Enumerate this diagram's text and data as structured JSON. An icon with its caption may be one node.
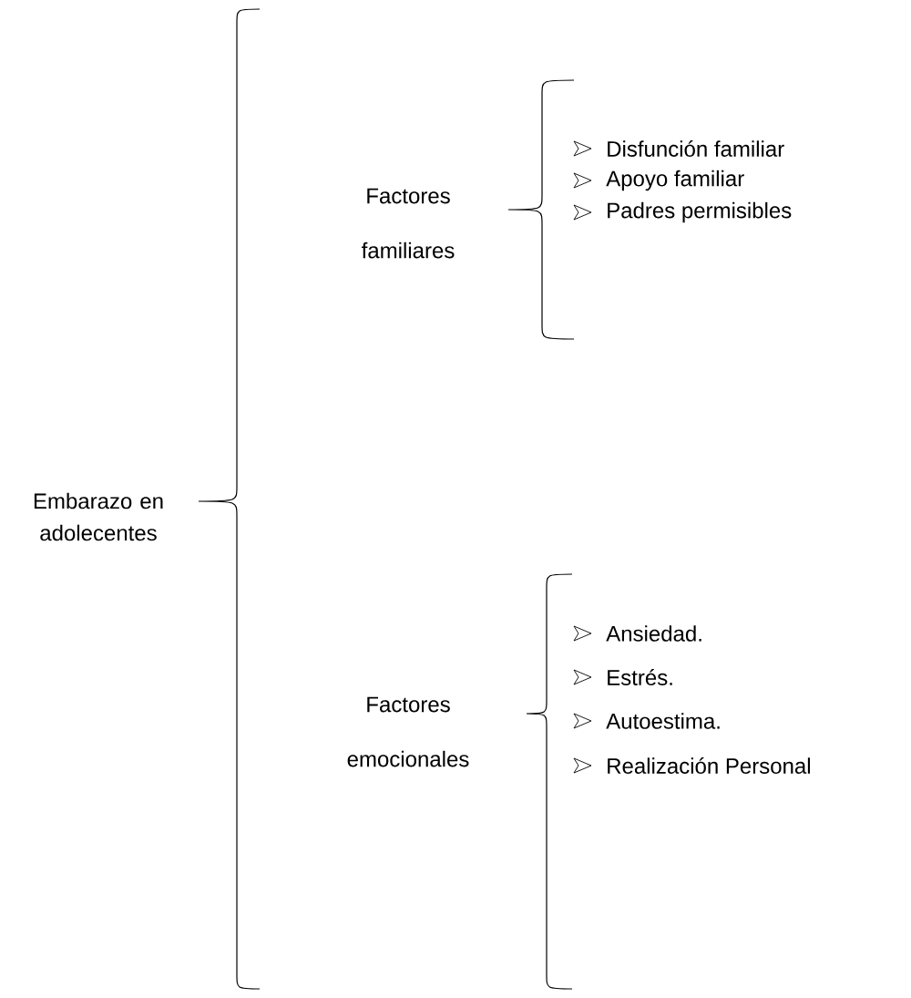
{
  "diagram": {
    "labels": [
      "Factores familiares",
      "Disfunción familiar",
      "Apoyo familiar",
      "Padres permisibles",
      "Embarazo en adolecentes",
      "Factores emocionales",
      "Ansiedad.",
      "Estrés.",
      "Autoestima.",
      "Realización Personal"
    ]
  }
}
